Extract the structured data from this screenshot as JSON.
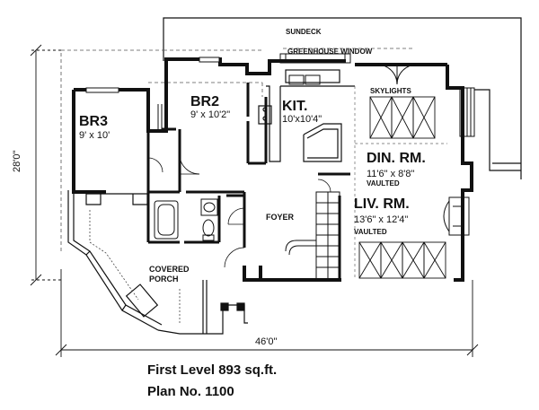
{
  "rooms": {
    "br3": {
      "name": "BR3",
      "size": "9' x 10'"
    },
    "br2": {
      "name": "BR2",
      "size": "9' x 10'2\""
    },
    "kit": {
      "name": "KIT.",
      "size": "10'x10'4\""
    },
    "din": {
      "name": "DIN. RM.",
      "size": "11'6\" x 8'8\"",
      "note": "VAULTED"
    },
    "liv": {
      "name": "LIV. RM.",
      "size": "13'6\" x 12'4\"",
      "note": "VAULTED"
    },
    "foyer": {
      "name": "FOYER"
    },
    "porch": {
      "line1": "COVERED",
      "line2": "PORCH"
    }
  },
  "labels": {
    "sundeck": "SUNDECK",
    "greenhouse": "GREENHOUSE WINDOW",
    "skylights": "SKYLIGHTS"
  },
  "dimensions": {
    "width": "46'0\"",
    "depth": "28'0\""
  },
  "caption": {
    "area": "First Level 893 sq.ft.",
    "plan": "Plan No. 1100"
  }
}
